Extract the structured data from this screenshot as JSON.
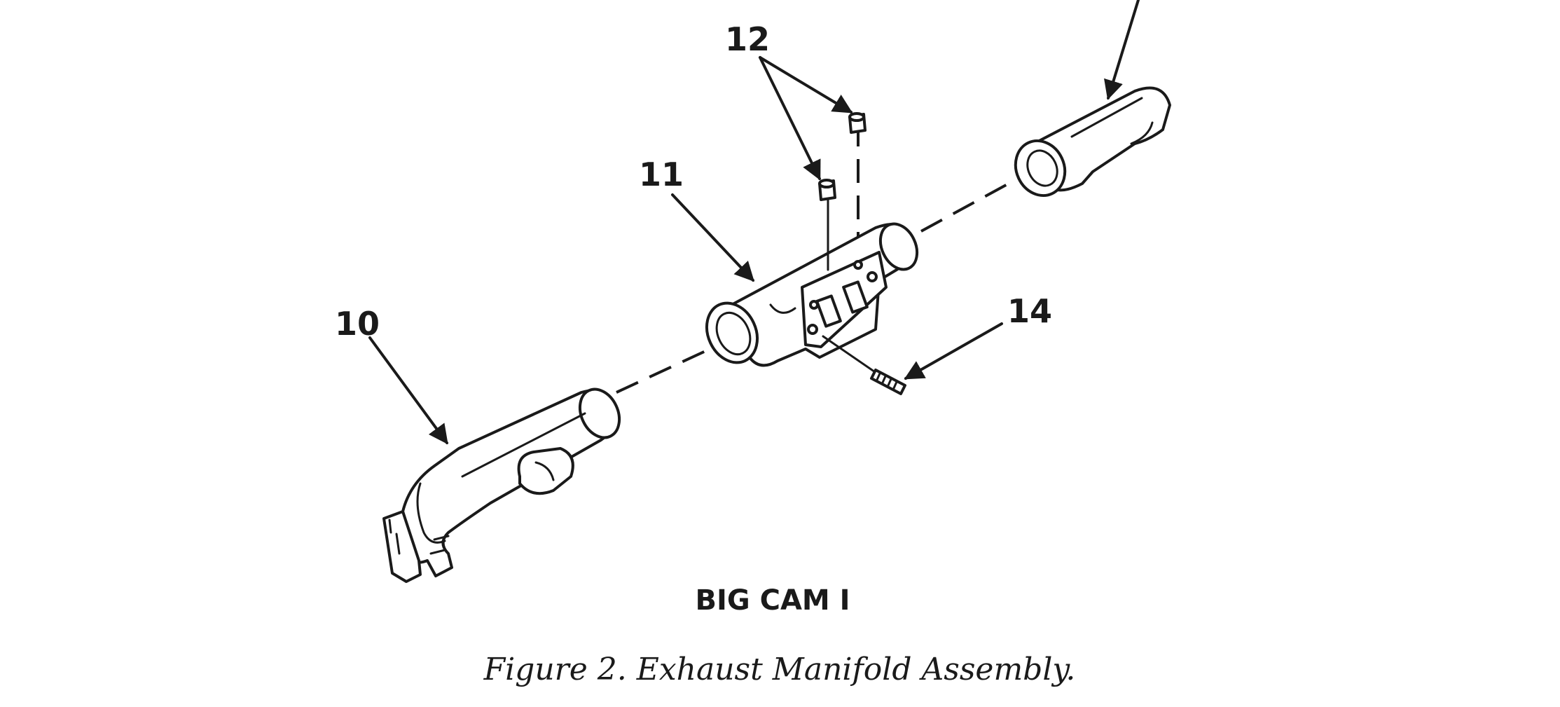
{
  "callouts": {
    "c10": "10",
    "c11": "11",
    "c12": "12",
    "c14": "14"
  },
  "subtitle": "BIG CAM I",
  "caption": "Figure 2. Exhaust Manifold Assembly."
}
